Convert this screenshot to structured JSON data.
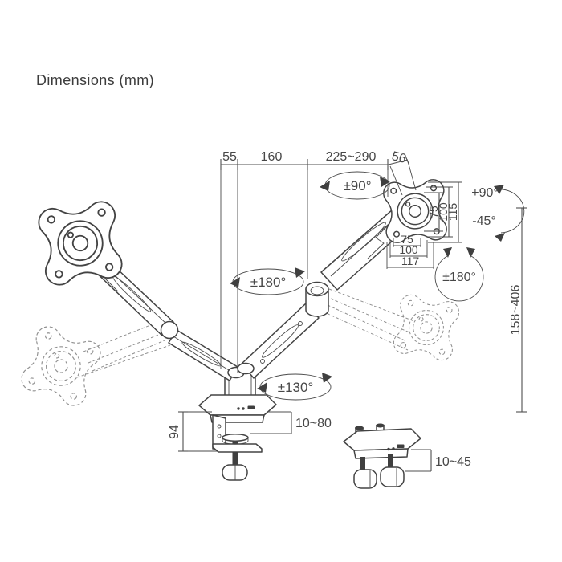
{
  "title": "Dimensions (mm)",
  "colors": {
    "line": "#434343",
    "dimension_line": "#4f4f4f",
    "text": "#474747",
    "ghost_line": "#8f8f8f",
    "background": "#ffffff"
  },
  "top_dims": {
    "base_offset": "55",
    "forearm_reach": "160",
    "upper_arm_reach": "225~290",
    "head_depth": "56"
  },
  "vesa_dims": {
    "vert_75": "75",
    "vert_100": "100",
    "vert_115": "115",
    "horiz_75": "75",
    "horiz_100": "100",
    "horiz_117": "117"
  },
  "range_dims": {
    "height_range": "158~406",
    "clamp_height": "94",
    "desk_clamp_range": "10~80",
    "grommet_range": "10~45"
  },
  "angle_labels": {
    "top_swivel": "±90°",
    "tilt_up": "+90°",
    "tilt_down": "-45°",
    "arm_rotate": "±180°",
    "vesa_rotate": "±180°",
    "base_swivel": "±130°"
  }
}
